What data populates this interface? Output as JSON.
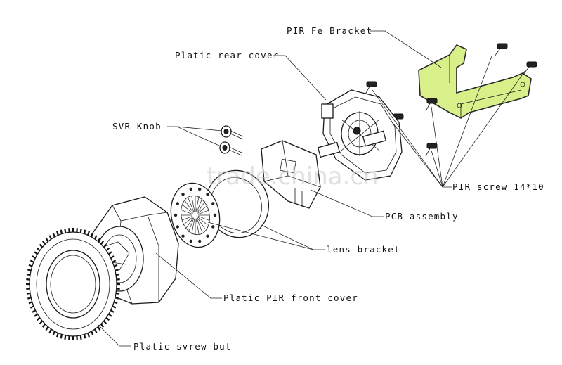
{
  "labels": {
    "pir_fe_bracket": "PIR Fe Bracket",
    "plastic_rear_cover": "Platic rear cover",
    "svr_knob": "SVR Knob",
    "pir_screw": "PIR screw 14*10",
    "pcb_assembly": "PCB assembly",
    "lens_bracket": "lens bracket",
    "plastic_pir_front_cover": "Platic PIR front cover",
    "plastic_screw_nut": "Platic svrew but"
  },
  "watermark": "trade.china.cn",
  "colors": {
    "bracket_fill": "#d9f08a",
    "line": "#1a1a1a",
    "background": "#ffffff"
  }
}
